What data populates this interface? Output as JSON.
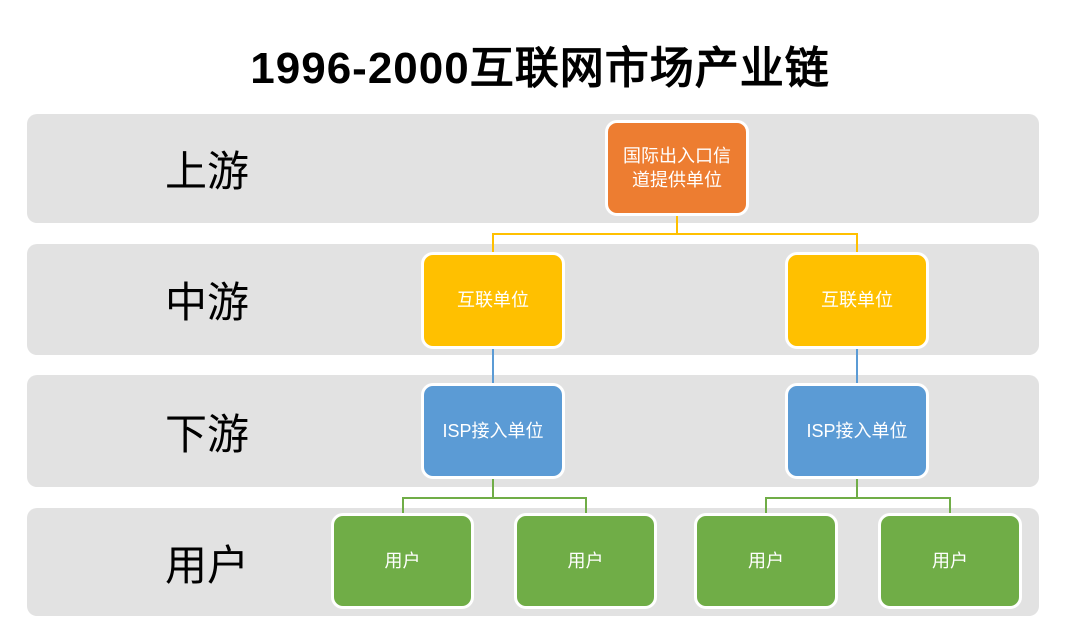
{
  "title": "1996-2000互联网市场产业链",
  "colors": {
    "background": "#FFFFFF",
    "band_background": "#E2E2E2",
    "band_label_text": "#000000",
    "title_text": "#000000",
    "node_text": "#FFFFFF",
    "upstream_orange": "#ED7D31",
    "midstream_yellow": "#FFC000",
    "downstream_blue": "#5B9BD5",
    "user_green": "#70AD47",
    "connector_gold": "#FFC000",
    "connector_blue": "#5B9BD5",
    "connector_green": "#70AD47"
  },
  "bands": [
    {
      "label": "上游"
    },
    {
      "label": "中游"
    },
    {
      "label": "下游"
    },
    {
      "label": "用户"
    }
  ],
  "nodes": {
    "root": {
      "label": "国际出入口信道提供单位"
    },
    "interconnect_units": [
      {
        "label": "互联单位"
      },
      {
        "label": "互联单位"
      }
    ],
    "isp_units": [
      {
        "label": "ISP接入单位"
      },
      {
        "label": "ISP接入单位"
      }
    ],
    "user_nodes": [
      {
        "label": "用户"
      },
      {
        "label": "用户"
      },
      {
        "label": "用户"
      },
      {
        "label": "用户"
      }
    ]
  }
}
